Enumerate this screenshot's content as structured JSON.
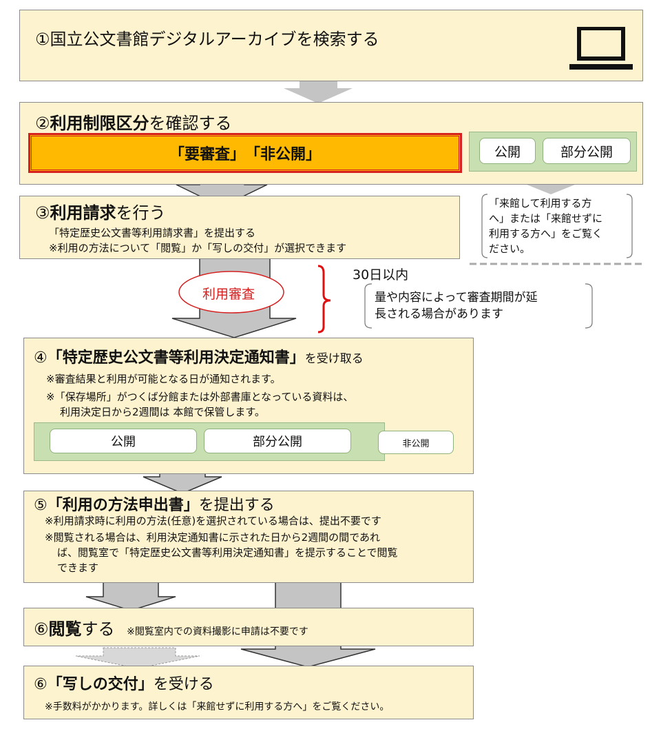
{
  "steps": {
    "s1": {
      "title": "①国立公文書館デジタルアーカイブを検索する"
    },
    "s2": {
      "prefix": "②",
      "bold": "利用制限区分",
      "rest": "を確認する",
      "restricted": "「要審査」　「非公開」",
      "open": "公開",
      "partial": "部分公開"
    },
    "s3": {
      "prefix": "③",
      "bold": "利用請求",
      "rest": "を行う",
      "line1": "「特定歴史公文書等利用請求書」を提出する",
      "line2": "※利用の方法について「閲覧」か「写しの交付」が選択できます"
    },
    "review": {
      "label": "利用審査",
      "period": "30日以内",
      "note_line1": "量や内容によって審査期間が延",
      "note_line2": "長される場合があります"
    },
    "s4": {
      "prefix": "④",
      "bold": "「特定歴史公文書等利用決定通知書」",
      "rest": "を受け取る",
      "line1": "※審査結果と利用が可能となる日が通知されます。",
      "line2": "※「保存場所」がつくば分館または外部書庫となっている資料は、",
      "line3": "利用決定日から2週間は 本館で保管します。",
      "open": "公開",
      "partial": "部分公開",
      "closed": "非公開"
    },
    "s5": {
      "prefix": "⑤",
      "bold": "「利用の方法申出書」",
      "rest": "を提出する",
      "line1": "※利用請求時に利用の方法(任意)を選択されている場合は、提出不要です",
      "line2": "※閲覧される場合は、利用決定通知書に示された日から2週間の間であれ",
      "line3": "ば、閲覧室で「特定歴史公文書等利用決定通知書」を提示することで閲覧",
      "line4": "できます"
    },
    "s6a": {
      "prefix": "⑥",
      "bold": "閲覧",
      "rest": "する",
      "note": "※閲覧室内での資料撮影に申請は不要です"
    },
    "s6b": {
      "prefix": "⑥",
      "bold": "「写しの交付」",
      "rest": "を受ける",
      "line1": "※手数料がかかります。詳しくは「来館せずに利用する方へ」をご覧ください。"
    }
  },
  "side_note": {
    "line1": "「来館して利用する方",
    "line2": "へ」または「来館せずに",
    "line3": "利用する方へ」をご覧く",
    "line4": "ださい。"
  },
  "icons": {
    "step1": "laptop-icon"
  },
  "colors": {
    "box_fill": "#fdf3cf",
    "restricted_fill": "#ffb900",
    "restricted_border": "#d62020",
    "green_fill": "#c8dfb2",
    "arrow_fill": "#c4c4c4",
    "bracket": "#e01010"
  }
}
